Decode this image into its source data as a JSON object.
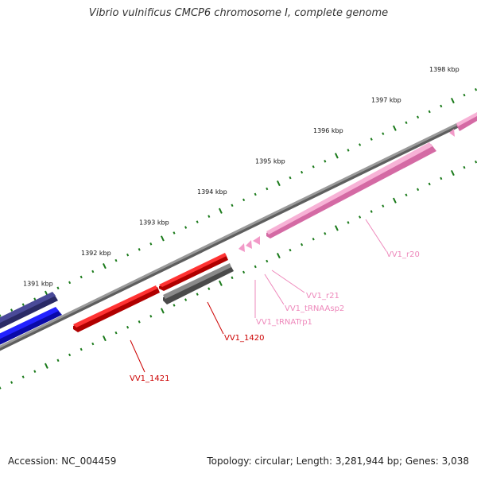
{
  "title": "Vibrio vulnificus CMCP6 chromosome I, complete genome",
  "footer": {
    "accession": "Accession: NC_004459",
    "summary": "Topology: circular; Length: 3,281,944 bp; Genes: 3,038"
  },
  "ticks": [
    {
      "label": "1391 kbp",
      "kbp": 1391
    },
    {
      "label": "1392 kbp",
      "kbp": 1392
    },
    {
      "label": "1393 kbp",
      "kbp": 1393
    },
    {
      "label": "1394 kbp",
      "kbp": 1394
    },
    {
      "label": "1395 kbp",
      "kbp": 1395
    },
    {
      "label": "1396 kbp",
      "kbp": 1396
    },
    {
      "label": "1397 kbp",
      "kbp": 1397
    },
    {
      "label": "1398 kbp",
      "kbp": 1398
    }
  ],
  "features": [
    {
      "label": "VV1_r20",
      "type": "rRNA"
    },
    {
      "label": "VV1_r21",
      "type": "rRNA"
    },
    {
      "label": "VV1_tRNAAsp2",
      "type": "tRNA"
    },
    {
      "label": "VV1_tRNATrp1",
      "type": "tRNA"
    },
    {
      "label": "VV1_1420",
      "type": "gene"
    },
    {
      "label": "VV1_1421",
      "type": "gene"
    }
  ],
  "colors": {
    "backbone": "#8a8a8a",
    "tick": "#1a7a1a",
    "gene_red": "#ee1111",
    "cds_gray": "#6a6a6a",
    "rna_pink": "#f29ac8",
    "gene_blue": "#1414ee",
    "gene_navy": "#3c3c88",
    "label_red": "#cc0000",
    "label_pink": "#ee88bb"
  }
}
